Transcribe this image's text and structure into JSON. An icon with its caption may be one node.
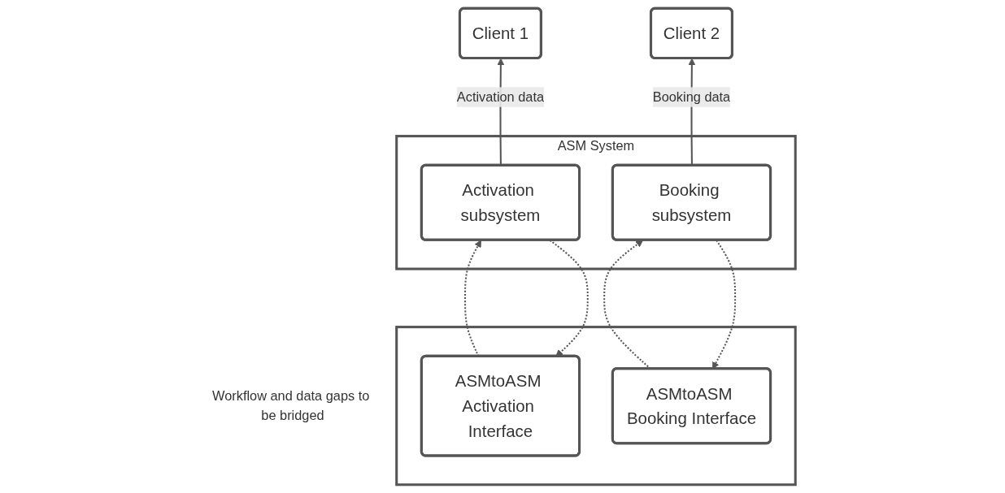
{
  "diagram": {
    "nodes": [
      {
        "text": [
          "Client 1"
        ]
      },
      {
        "text": [
          "Client 2"
        ]
      },
      {
        "text": [
          "Workflow and data gaps to be bridged"
        ]
      },
      {
        "text": [
          "ASM System"
        ]
      },
      {
        "text": [
          "ASMtoASM Activation Interface"
        ],
        "in": 2
      },
      {
        "text": [
          "Activation subsystem"
        ],
        "in": 3
      },
      {
        "text": [
          "Booking subsystem"
        ],
        "in": 3
      },
      {
        "text": [
          "ASMtoASM Booking Interface"
        ],
        "in": 2
      }
    ],
    "edges": [
      {
        "from": 5,
        "to": 0,
        "arrow": "to",
        "label": "Activation data"
      },
      {
        "from": 6,
        "to": 1,
        "arrow": "to",
        "label": "Booking data"
      },
      {
        "from": 4,
        "to": 5,
        "arrow": "to",
        "style": "dashed"
      },
      {
        "from": 5,
        "to": 4,
        "arrow": "to",
        "style": "dashed"
      },
      {
        "from": 6,
        "to": 7,
        "arrow": "to",
        "style": "dashed"
      },
      {
        "from": 7,
        "to": 6,
        "arrow": "to",
        "style": "dashed"
      }
    ]
  }
}
